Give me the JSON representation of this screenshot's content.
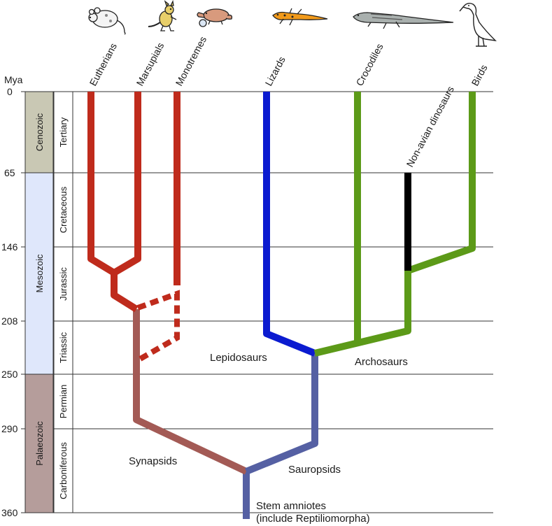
{
  "axis": {
    "unit_label": "Mya",
    "ticks": [
      "0",
      "65",
      "146",
      "208",
      "250",
      "290",
      "360"
    ]
  },
  "eras": [
    {
      "name": "Cenozoic",
      "color": "#c9c8b4"
    },
    {
      "name": "Mesozoic",
      "color": "#dfe7fb"
    },
    {
      "name": "Palaeozoic",
      "color": "#b59d9b"
    }
  ],
  "periods": [
    "Tertiary",
    "Cretaceous",
    "Jurassic",
    "Triassic",
    "Permian",
    "Carboniferous"
  ],
  "taxa": [
    "Eutherians",
    "Marsupials",
    "Monotremes",
    "Lizards",
    "Crocodiles",
    "Non-avian dinosaurs",
    "Birds"
  ],
  "clades": {
    "synapsids": "Synapsids",
    "sauropsids": "Sauropsids",
    "lepidosaurs": "Lepidosaurs",
    "archosaurs": "Archosaurs",
    "stem_line1": "Stem amniotes",
    "stem_line2": "(include Reptiliomorpha)"
  },
  "icons": [
    "mouse-icon",
    "kangaroo-icon",
    "platypus-icon",
    "lizard-icon",
    "crocodile-icon",
    "bird-icon"
  ],
  "colors": {
    "mammal_red": "#bf2b1c",
    "synapsid_brown": "#a35a55",
    "sauropsid_slate": "#5560a3",
    "lepidosaur_blue": "#0b1bd0",
    "archosaur_green": "#5c9a18",
    "dinosaur_black": "#000000"
  }
}
